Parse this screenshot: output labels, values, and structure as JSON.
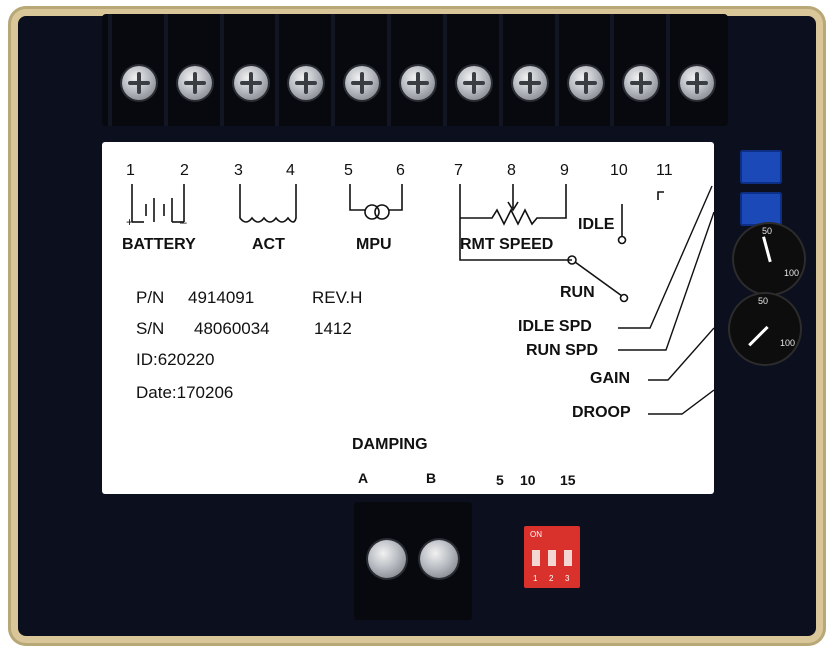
{
  "terminals_top": [
    "1",
    "2",
    "3",
    "4",
    "5",
    "6",
    "7",
    "8",
    "9",
    "10",
    "11"
  ],
  "groups": {
    "battery": "BATTERY",
    "act": "ACT",
    "mpu": "MPU",
    "rmt_speed": "RMT SPEED",
    "idle": "IDLE",
    "run": "RUN"
  },
  "info": {
    "pn_label": "P/N",
    "pn_value": "4914091",
    "rev": "REV.H",
    "sn_label": "S/N",
    "sn_value": "48060034",
    "sn_extra": "1412",
    "id": "ID:620220",
    "date": "Date:170206"
  },
  "adjustments": {
    "idle_spd": "IDLE SPD",
    "run_spd": "RUN SPD",
    "gain": "GAIN",
    "droop": "DROOP"
  },
  "dial_scale": {
    "mid": "50",
    "max": "100"
  },
  "damping": {
    "title": "DAMPING",
    "a": "A",
    "b": "B",
    "values": [
      "5",
      "10",
      "15"
    ]
  },
  "dip_switch": {
    "on": "ON",
    "positions": [
      "1",
      "2",
      "3"
    ]
  },
  "colors": {
    "body": "#0b0f1e",
    "frame": "#d9c79a",
    "trimpot": "#1b49b8",
    "dip": "#d9322c"
  }
}
